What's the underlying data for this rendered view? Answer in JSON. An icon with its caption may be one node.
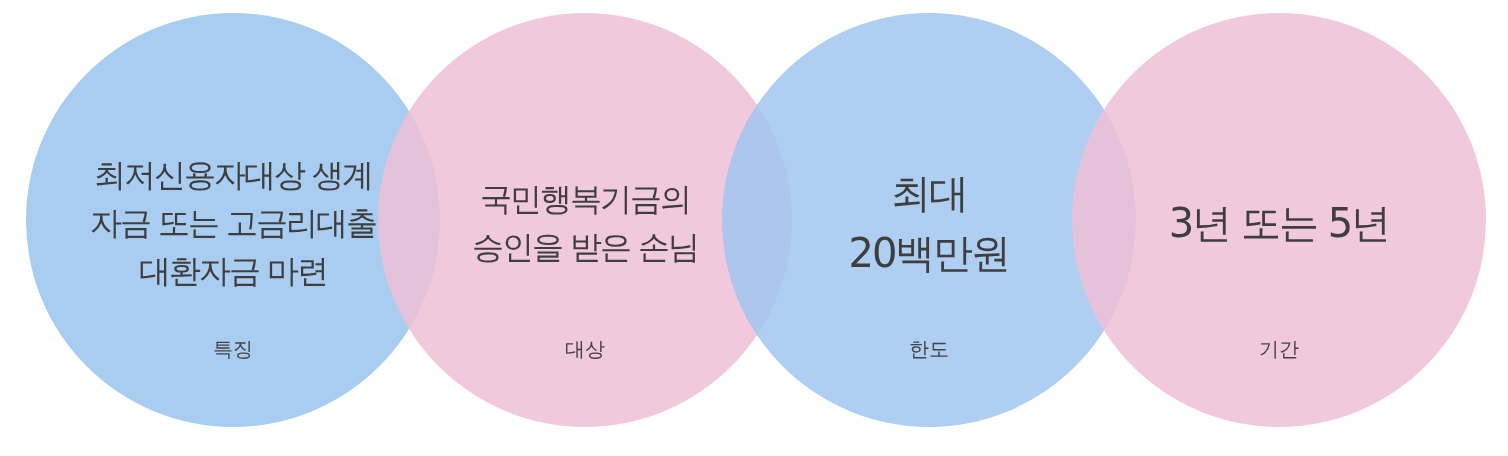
{
  "diagram": {
    "nodes": [
      {
        "text": [
          "최저신용자대상 생계 자금 또는 고금리대출 대환자금 마련",
          "특징"
        ]
      },
      {
        "text": [
          "국민행복기금의 승인을 받은 손님",
          "대상"
        ]
      },
      {
        "text": [
          "최대 20백만원",
          "한도"
        ]
      },
      {
        "text": [
          "3년 또는 5년",
          "기간"
        ]
      }
    ]
  }
}
